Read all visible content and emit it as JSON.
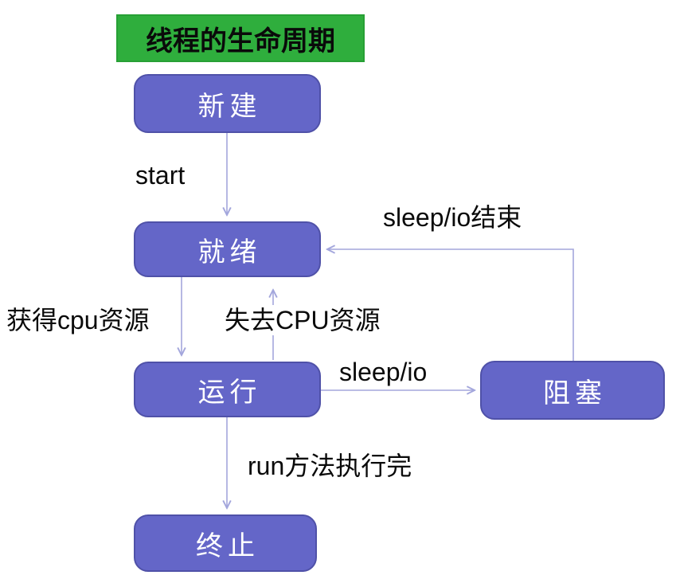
{
  "title": {
    "text": "线程的生命周期"
  },
  "nodes": [
    {
      "id": "new",
      "label": "新建"
    },
    {
      "id": "ready",
      "label": "就绪"
    },
    {
      "id": "running",
      "label": "运行"
    },
    {
      "id": "blocked",
      "label": "阻塞"
    },
    {
      "id": "terminated",
      "label": "终止"
    }
  ],
  "edges": [
    {
      "from": "new",
      "to": "ready",
      "label": "start"
    },
    {
      "from": "ready",
      "to": "running",
      "label": "获得cpu资源"
    },
    {
      "from": "running",
      "to": "ready",
      "label": "失去CPU资源"
    },
    {
      "from": "running",
      "to": "blocked",
      "label": "sleep/io"
    },
    {
      "from": "blocked",
      "to": "ready",
      "label": "sleep/io结束"
    },
    {
      "from": "running",
      "to": "terminated",
      "label": "run方法执行完"
    }
  ],
  "colors": {
    "page-bg": "#ffffff",
    "title-bg": "#2fae3d",
    "title-border": "#27a035",
    "node-fill": "#6466c8",
    "node-border": "#4f51a8",
    "node-text": "#ffffff",
    "label-text": "#0a0a0a",
    "arrow-color": "#a3a6dc"
  }
}
